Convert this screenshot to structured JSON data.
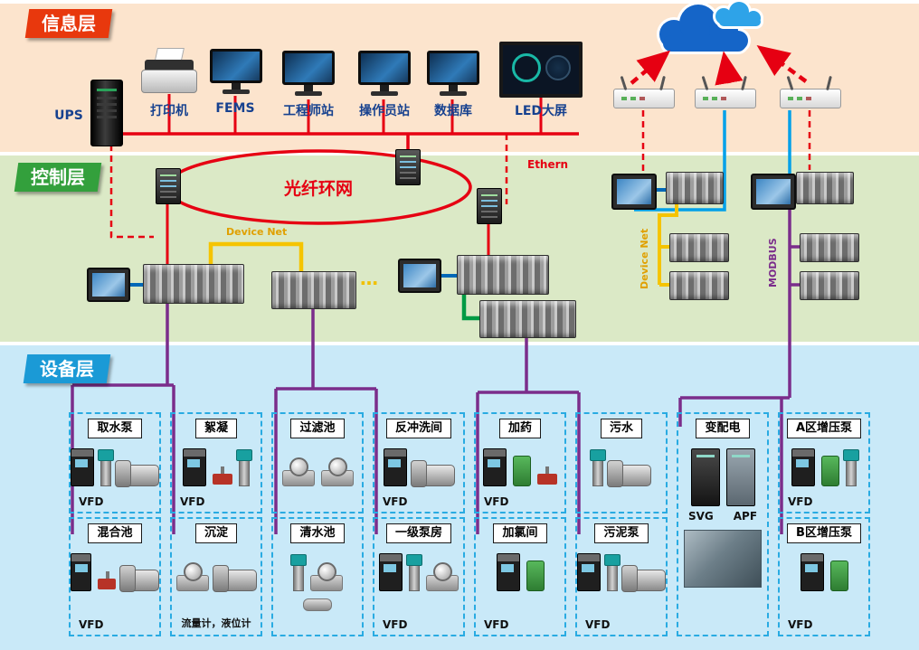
{
  "layers": {
    "info": {
      "badge": "信息层",
      "devices": [
        {
          "label": "UPS"
        },
        {
          "label": "打印机"
        },
        {
          "label": "FEMS"
        },
        {
          "label": "工程师站"
        },
        {
          "label": "操作员站"
        },
        {
          "label": "数据库"
        },
        {
          "label": "LED大屏"
        }
      ]
    },
    "control": {
      "badge": "控制层",
      "ring_label": "光纤环网",
      "ethernet_label": "Ethern",
      "devicenet_label": "Device Net",
      "devicenet_vertical_label": "Device Net",
      "modbus_label": "MODBUS",
      "continuation_dots": "…"
    },
    "device": {
      "badge": "设备层",
      "columns": [
        {
          "top_title": "取水泵",
          "top_vfd": "VFD",
          "bottom_title": "混合池",
          "bottom_vfd": "VFD"
        },
        {
          "top_title": "絮凝",
          "top_vfd": "VFD",
          "bottom_title": "沉淀",
          "bottom_note": "流量计，液位计"
        },
        {
          "top_title": "过滤池",
          "bottom_title": "清水池"
        },
        {
          "top_title": "反冲洗间",
          "top_vfd": "VFD",
          "bottom_title": "一级泵房",
          "bottom_vfd": "VFD"
        },
        {
          "top_title": "加药",
          "top_vfd": "VFD",
          "bottom_title": "加氯间",
          "bottom_vfd": "VFD"
        },
        {
          "top_title": "污水",
          "bottom_title": "污泥泵",
          "bottom_vfd": "VFD"
        },
        {
          "top_title": "变配电",
          "cabinet_labels": [
            "SVG",
            "APF"
          ]
        },
        {
          "top_title": "A区增压泵",
          "top_vfd": "VFD",
          "bottom_title": "B区增压泵",
          "bottom_vfd": "VFD"
        }
      ]
    }
  },
  "colors": {
    "info_band": "#fce4cd",
    "control_band": "#dbe9c6",
    "device_band": "#c9e9f8",
    "badge_info": "#e8380d",
    "badge_control": "#33a03c",
    "badge_device": "#1b9ad6",
    "ring_red": "#e60012",
    "devicenet_yellow": "#e8b400",
    "modbus_purple": "#7b2d8b",
    "link_blue": "#00a0e9",
    "bus_green": "#009a44",
    "label_blue": "#16418f"
  }
}
